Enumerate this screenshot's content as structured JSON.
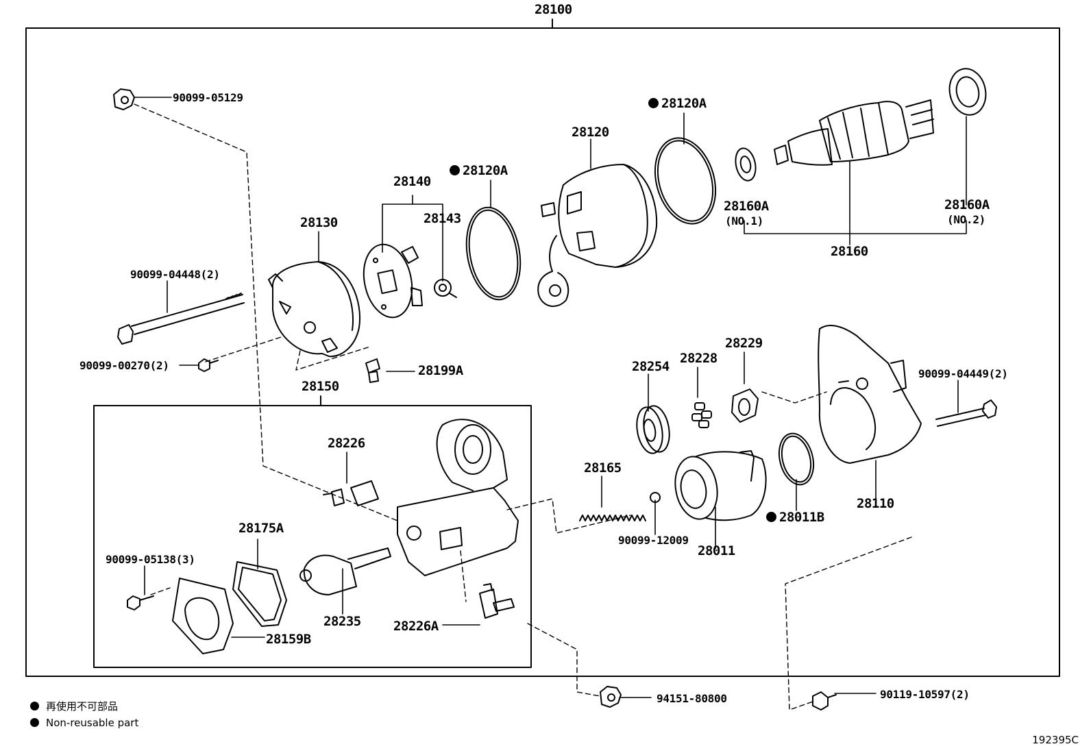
{
  "assembly_number": "28100",
  "parts": {
    "p90099_05129": "90099-05129",
    "p90099_04448": "90099-04448(2)",
    "p90099_00270": "90099-00270(2)",
    "p28130": "28130",
    "p28140": "28140",
    "p28143": "28143",
    "p28120A_left": "28120A",
    "p28120": "28120",
    "p28120A_right": "28120A",
    "p28160A_1": "28160A",
    "p28160A_1_sub": "(NO.1)",
    "p28160A_2": "28160A",
    "p28160A_2_sub": "(NO.2)",
    "p28160": "28160",
    "p28199A": "28199A",
    "p28150": "28150",
    "p28226": "28226",
    "p28175A": "28175A",
    "p90099_05138": "90099-05138(3)",
    "p28235": "28235",
    "p28226A": "28226A",
    "p28159B": "28159B",
    "p28254": "28254",
    "p28228": "28228",
    "p28229": "28229",
    "p90099_04449": "90099-04449(2)",
    "p28165": "28165",
    "p90099_12009": "90099-12009",
    "p28011": "28011",
    "p28011B": "28011B",
    "p28110": "28110",
    "p94151_80800": "94151-80800",
    "p90119_10597": "90119-10597(2)"
  },
  "legend": {
    "line1": "再使用不可部品",
    "line2": "Non-reusable part"
  },
  "figure_code": "192395C"
}
